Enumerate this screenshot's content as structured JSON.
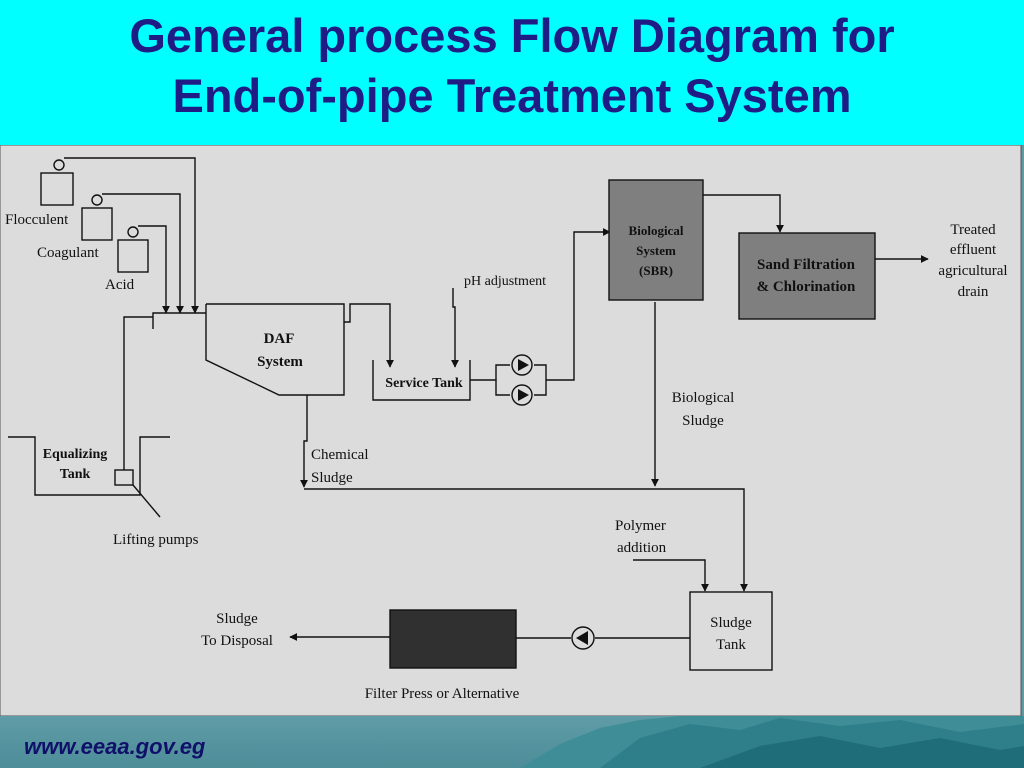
{
  "title": {
    "line1": "General process Flow Diagram for",
    "line2": "End-of-pipe Treatment System"
  },
  "footer": {
    "url": "www.eeaa.gov.eg"
  },
  "colors": {
    "header_bg": "#00ffff",
    "title_text": "#1f1c86",
    "diagram_bg": "#dcdcdc",
    "dark_box": "#7f7f7f",
    "filter_box": "#303030",
    "footer_bg": "#5d9aa6"
  },
  "diagram": {
    "chem_labels": {
      "flocculent": "Flocculent",
      "coagulant": "Coagulant",
      "acid": "Acid"
    },
    "daf": {
      "line1": "DAF",
      "line2": "System"
    },
    "equalizing": {
      "line1": "Equalizing",
      "line2": "Tank"
    },
    "lifting_pumps": "Lifting pumps",
    "ph_adjustment": "pH adjustment",
    "service_tank": "Service Tank",
    "biological": {
      "line1": "Biological",
      "line2": "System",
      "line3": "(SBR)"
    },
    "sand": {
      "line1": "Sand Filtration",
      "line2": "& Chlorination"
    },
    "treated": {
      "line1": "Treated",
      "line2": "effluent",
      "line3": "agricultural",
      "line4": "drain"
    },
    "bio_sludge": {
      "line1": "Biological",
      "line2": "Sludge"
    },
    "chem_sludge": {
      "line1": "Chemical",
      "line2": "Sludge"
    },
    "polymer": {
      "line1": "Polymer",
      "line2": "addition"
    },
    "sludge_tank": {
      "line1": "Sludge",
      "line2": "Tank"
    },
    "disposal": {
      "line1": "Sludge",
      "line2": "To Disposal"
    },
    "filter_press": "Filter Press or Alternative"
  }
}
